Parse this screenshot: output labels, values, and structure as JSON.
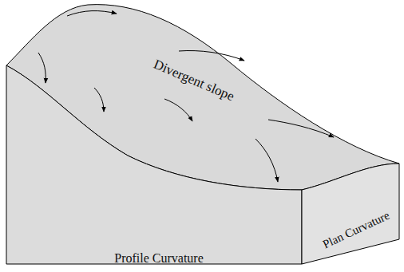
{
  "diagram": {
    "labels": [
      "Divergent slope",
      "Profile Curvature",
      "Plan Curvature"
    ]
  }
}
